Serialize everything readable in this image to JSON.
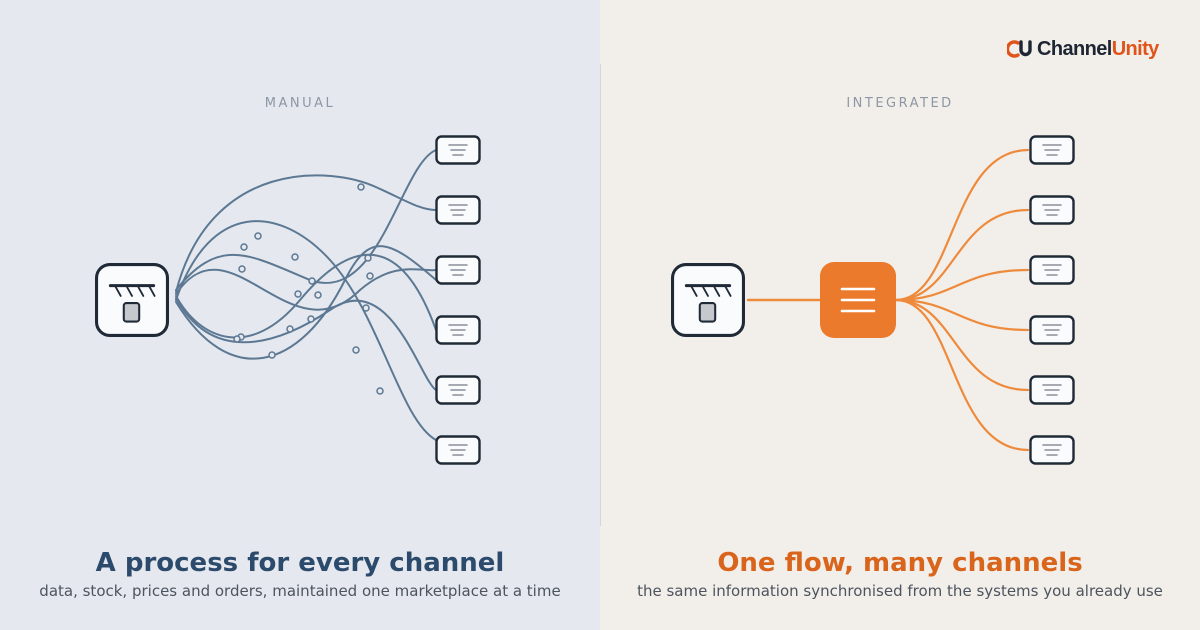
{
  "brand": {
    "name_part1": "Channel",
    "name_part2": "Unity",
    "accent_color": "#e0541c",
    "logo_icon": "cu-logo-mark-icon"
  },
  "left": {
    "label": "MANUAL",
    "headline": "A process for every channel",
    "subline": "data, stock, prices and orders, maintained one marketplace at a time",
    "line_color": "#5c7893",
    "source_icon": "store-icon",
    "channel_icon": "channel-list-icon",
    "channel_count": 6
  },
  "right": {
    "label": "INTEGRATED",
    "headline": "One flow, many channels",
    "subline": "the same information synchronised from the systems you already use",
    "line_color": "#ee8a3c",
    "hub_color": "#ec7a2c",
    "source_icon": "store-icon",
    "hub_icon": "hub-menu-icon",
    "channel_icon": "channel-list-icon",
    "channel_count": 6
  }
}
